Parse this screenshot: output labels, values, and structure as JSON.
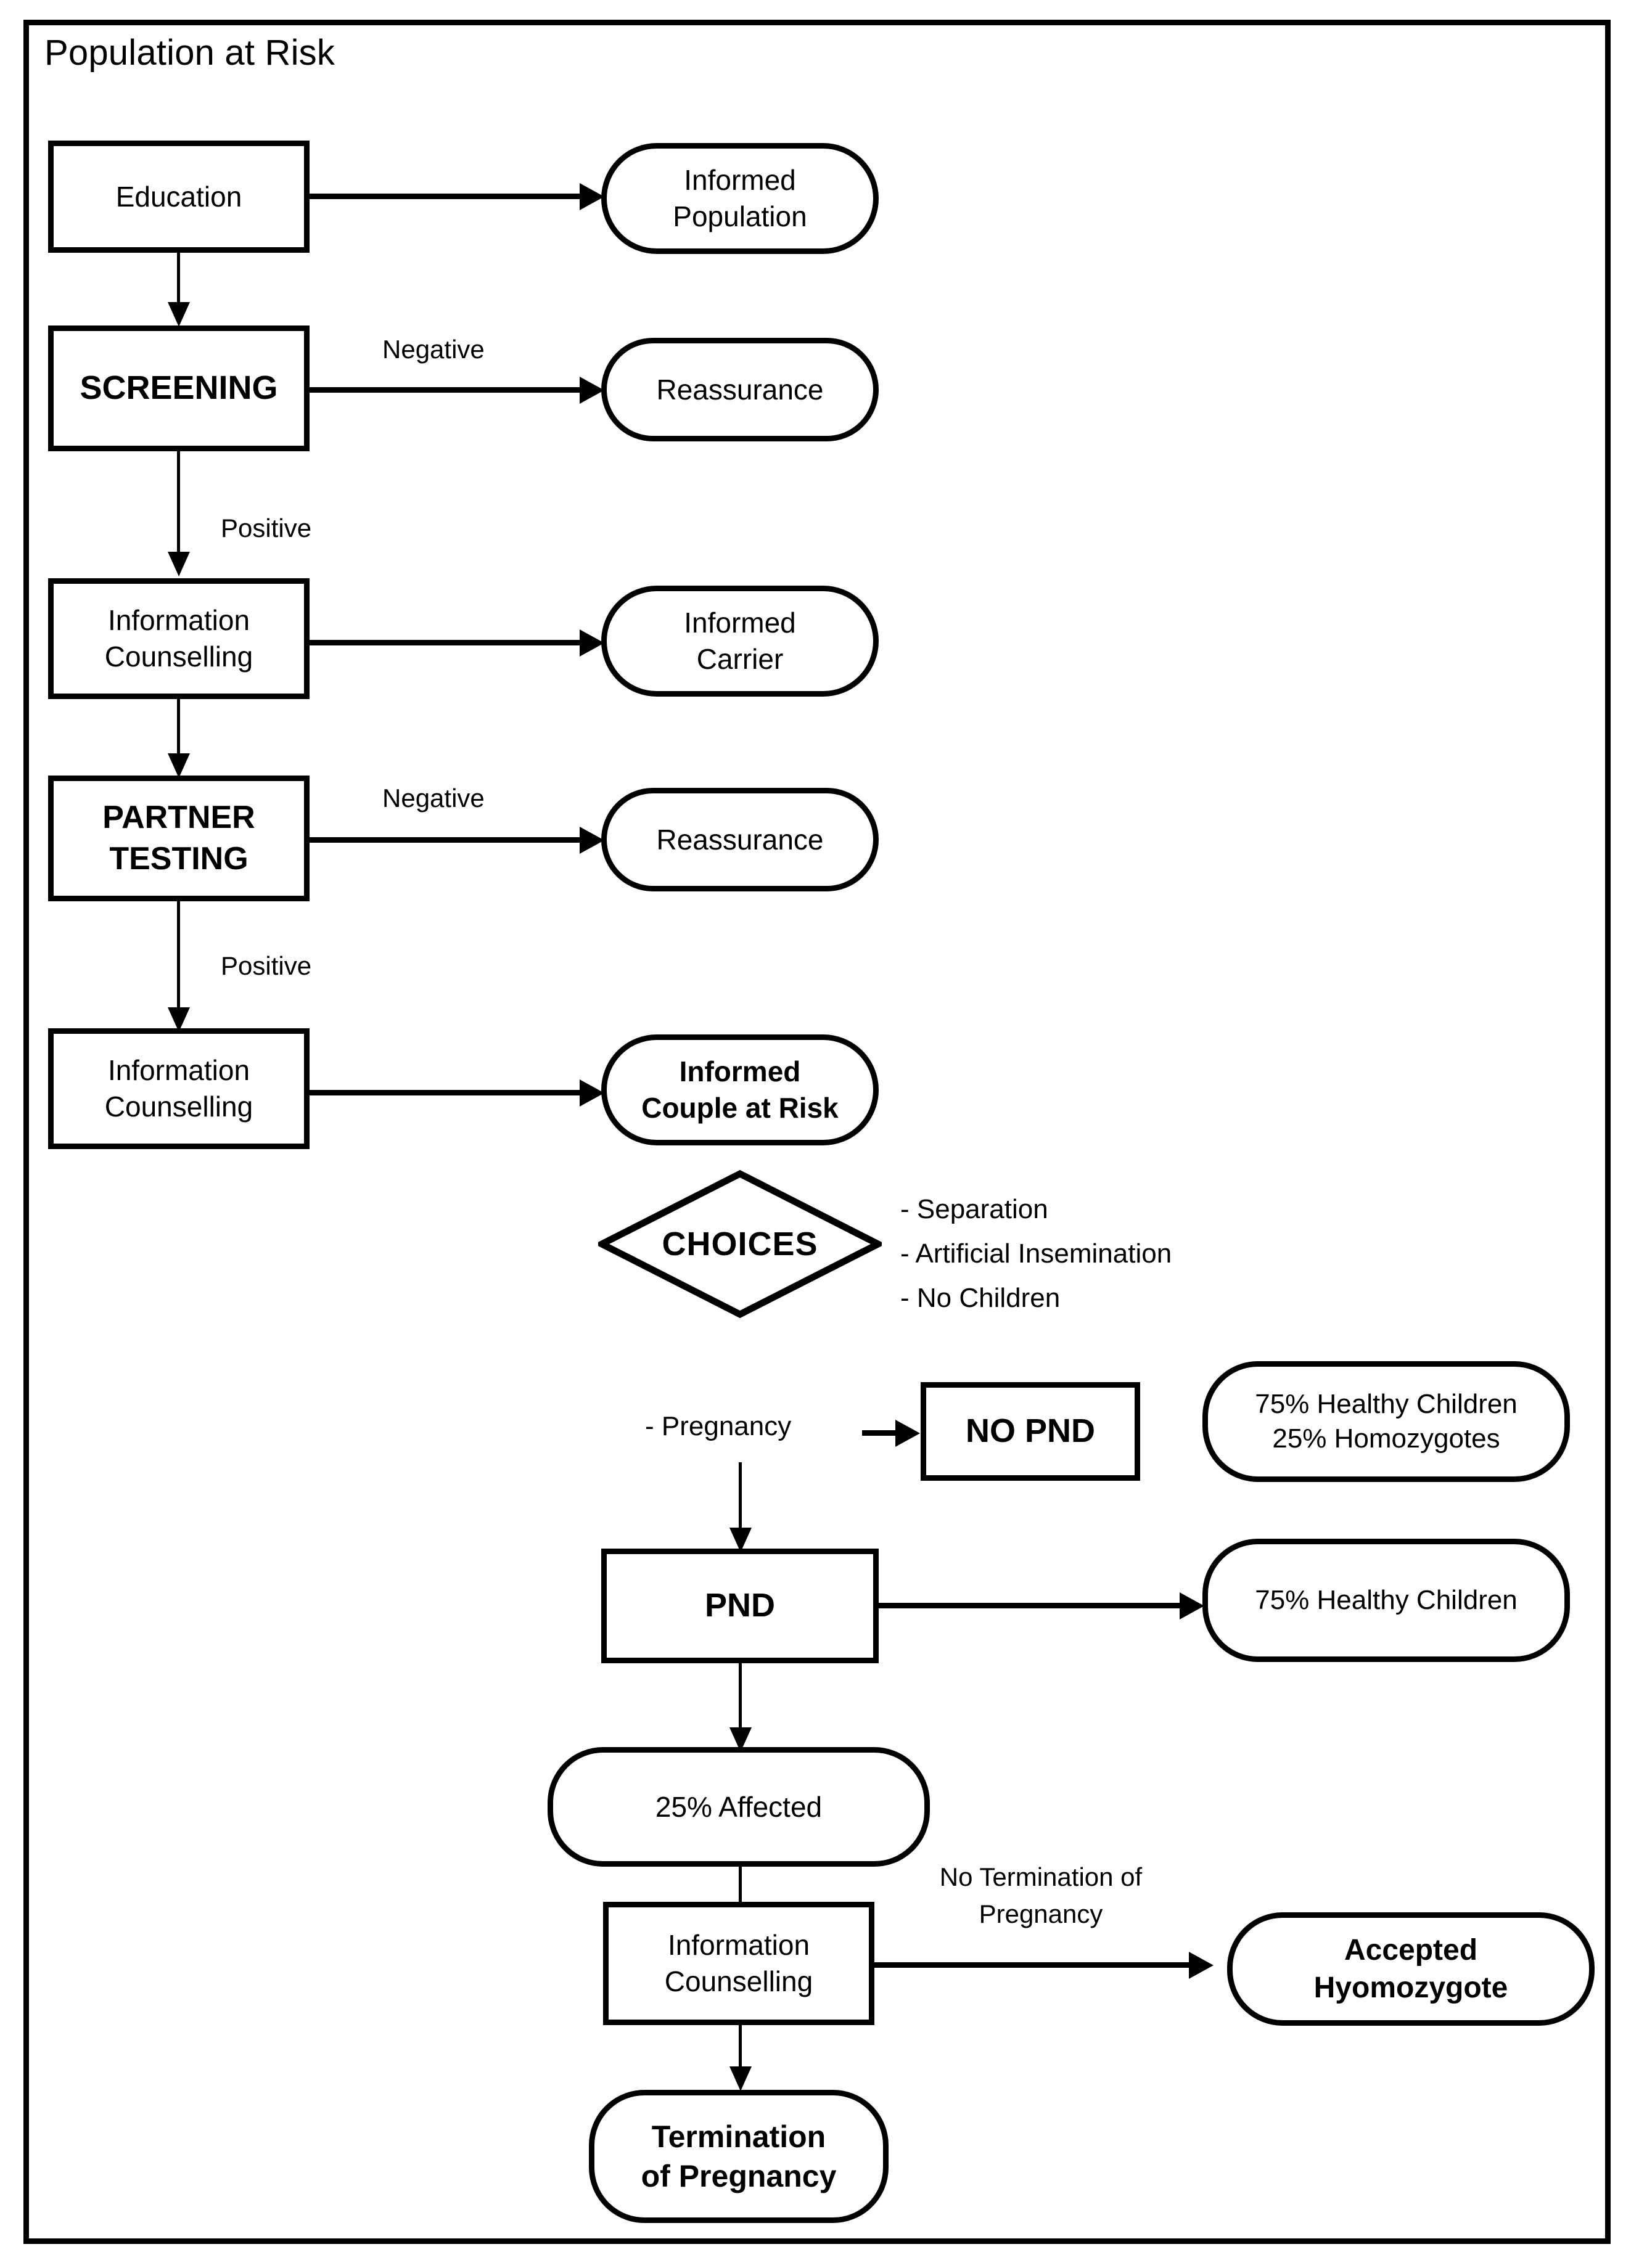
{
  "diagram": {
    "title": "Population at Risk",
    "nodes": {
      "education": "Education",
      "informed_population": "Informed\nPopulation",
      "screening": "SCREENING",
      "reassurance_1": "Reassurance",
      "info_counselling_1": "Information\nCounselling",
      "informed_carrier": "Informed\nCarrier",
      "partner_testing": "PARTNER\nTESTING",
      "reassurance_2": "Reassurance",
      "info_counselling_2": "Information\nCounselling",
      "informed_couple_at_risk": "Informed\nCouple at Risk",
      "choices": "CHOICES",
      "no_pnd": "NO PND",
      "no_pnd_outcome": "75% Healthy Children\n25% Homozygotes",
      "pnd": "PND",
      "pnd_outcome": "75% Healthy Children",
      "affected": "25% Affected",
      "info_counselling_3": "Information\nCounselling",
      "accepted_homozygote": "Accepted\nHyomozygote",
      "termination": "Termination\nof Pregnancy"
    },
    "edge_labels": {
      "screening_negative": "Negative",
      "screening_positive": "Positive",
      "partner_negative": "Negative",
      "partner_positive": "Positive",
      "no_termination": "No Termination of\nPregnancy",
      "pregnancy": "- Pregnancy"
    },
    "choices_options": [
      "- Separation",
      "- Artificial Insemination",
      "- No Children"
    ],
    "colors": {
      "stroke": "#000000",
      "background": "#ffffff"
    }
  }
}
